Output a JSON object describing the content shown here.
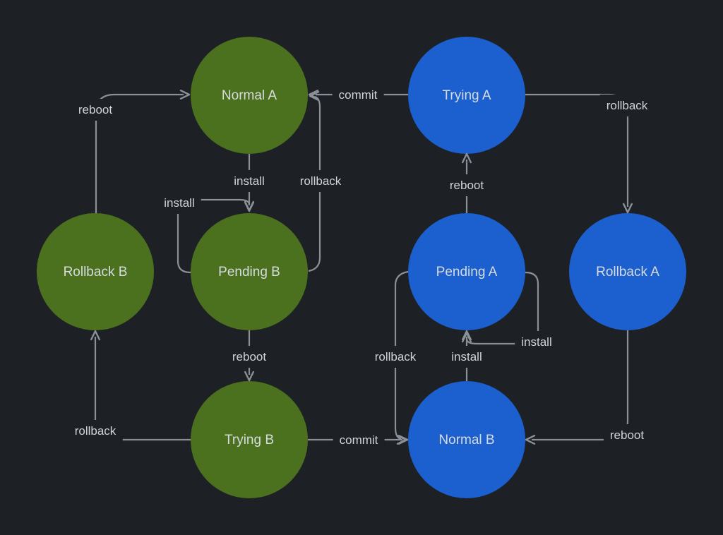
{
  "diagram": {
    "type": "state-machine",
    "background_color": "#1d2126",
    "node_colors": {
      "green": "#4b711e",
      "blue": "#1c5fce"
    },
    "edge_color": "#8a9097",
    "nodes": [
      {
        "id": "normal-a",
        "label": "Normal A",
        "color": "green"
      },
      {
        "id": "trying-a",
        "label": "Trying A",
        "color": "blue"
      },
      {
        "id": "rollback-b",
        "label": "Rollback B",
        "color": "green"
      },
      {
        "id": "pending-b",
        "label": "Pending B",
        "color": "green"
      },
      {
        "id": "pending-a",
        "label": "Pending A",
        "color": "blue"
      },
      {
        "id": "rollback-a",
        "label": "Rollback A",
        "color": "blue"
      },
      {
        "id": "trying-b",
        "label": "Trying B",
        "color": "green"
      },
      {
        "id": "normal-b",
        "label": "Normal B",
        "color": "blue"
      }
    ],
    "edges": [
      {
        "from": "rollback-b",
        "to": "normal-a",
        "label": "reboot"
      },
      {
        "from": "trying-a",
        "to": "normal-a",
        "label": "commit"
      },
      {
        "from": "pending-b",
        "to": "normal-a",
        "label": "rollback"
      },
      {
        "from": "normal-a",
        "to": "pending-b",
        "label": "install"
      },
      {
        "from": "pending-b",
        "to": "pending-b",
        "label": "install"
      },
      {
        "from": "pending-b",
        "to": "trying-b",
        "label": "reboot"
      },
      {
        "from": "trying-b",
        "to": "rollback-b",
        "label": "rollback"
      },
      {
        "from": "trying-b",
        "to": "normal-b",
        "label": "commit"
      },
      {
        "from": "pending-a",
        "to": "normal-b",
        "label": "rollback"
      },
      {
        "from": "normal-b",
        "to": "pending-a",
        "label": "install"
      },
      {
        "from": "pending-a",
        "to": "pending-a",
        "label": "install"
      },
      {
        "from": "pending-a",
        "to": "trying-a",
        "label": "reboot"
      },
      {
        "from": "trying-a",
        "to": "rollback-a",
        "label": "rollback"
      },
      {
        "from": "rollback-a",
        "to": "normal-b",
        "label": "reboot"
      }
    ]
  }
}
